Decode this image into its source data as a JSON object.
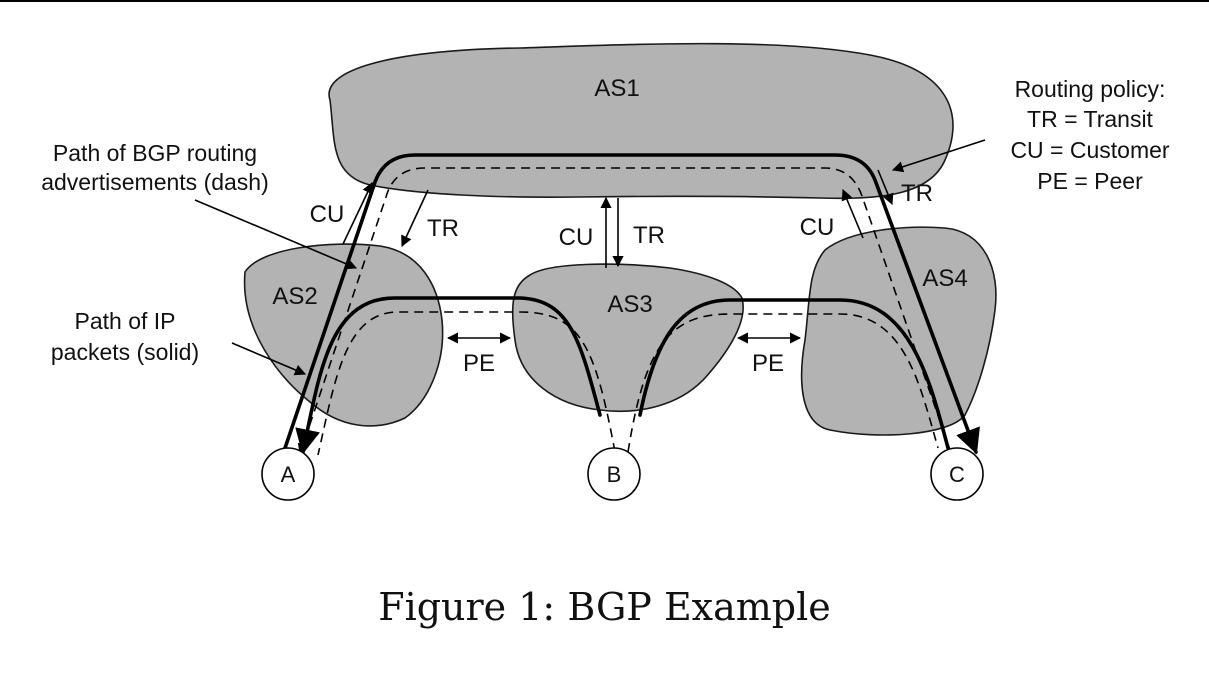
{
  "autonomous_systems": {
    "as1": "AS1",
    "as2": "AS2",
    "as3": "AS3",
    "as4": "AS4"
  },
  "nodes": {
    "a": "A",
    "b": "B",
    "c": "C"
  },
  "relations": {
    "as2_to_as1": "CU",
    "as1_to_as2": "TR",
    "as3_to_as1": "CU",
    "as1_to_as3": "TR",
    "as4_to_as1": "CU",
    "as1_to_as4": "TR",
    "as2_as3_peer": "PE",
    "as3_as4_peer": "PE"
  },
  "annotations": {
    "bgp_line1": "Path of BGP routing",
    "bgp_line2": "advertisements (dash)",
    "ip_line1": "Path of IP",
    "ip_line2": "packets (solid)"
  },
  "legend": {
    "title": "Routing policy:",
    "tr": "TR = Transit",
    "cu": "CU = Customer",
    "pe": "PE = Peer"
  },
  "caption": "Figure 1: BGP Example"
}
